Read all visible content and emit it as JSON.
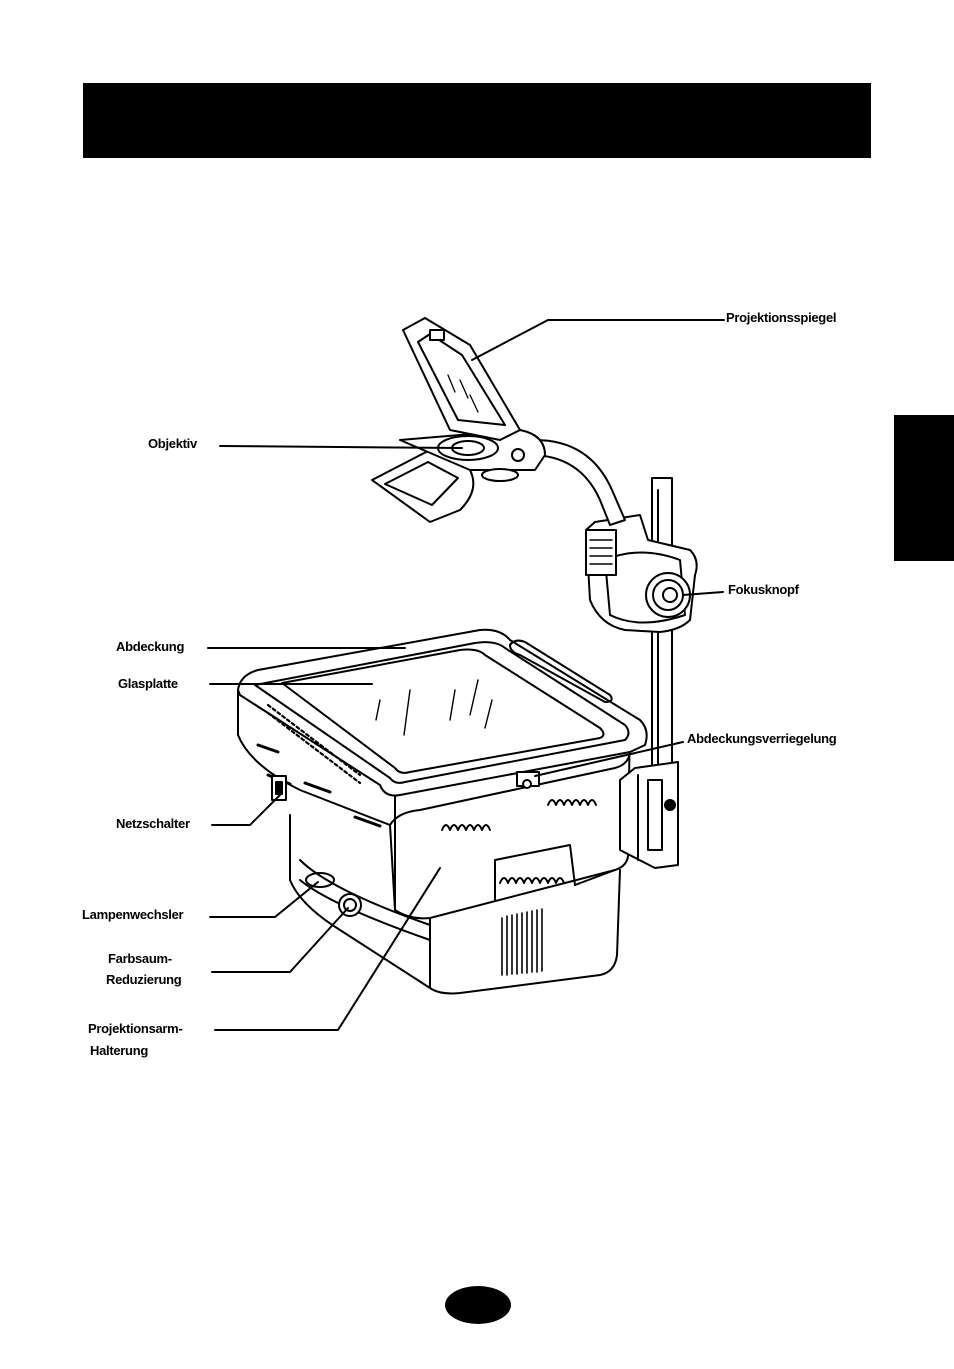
{
  "labels": {
    "projection_mirror": "Projektionsspiegel",
    "lens": "Objektiv",
    "focus_knob": "Fokusknopf",
    "cover": "Abdeckung",
    "glass_plate": "Glasplatte",
    "cover_lock": "Abdeckungsverriegelung",
    "power_switch": "Netzschalter",
    "lamp_changer": "Lampenwechsler",
    "color_fringe_line1": "Farbsaum-",
    "color_fringe_line2": "Reduzierung",
    "arm_holder_line1": "Projektionsarm-",
    "arm_holder_line2": "Halterung"
  },
  "colors": {
    "ink": "#000000",
    "paper": "#ffffff",
    "shade": "#d8d8d8"
  }
}
